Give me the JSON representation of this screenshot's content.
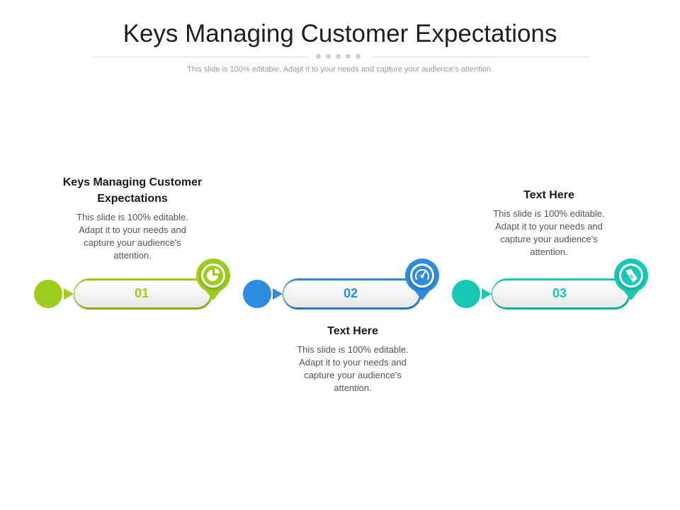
{
  "title": "Keys Managing Customer Expectations",
  "subtitle": "This slide is 100% editable, Adapt it to your needs and capture your audience's attention.",
  "items": [
    {
      "number": "01",
      "heading": "Keys Managing Customer Expectations",
      "body": "This slide is 100% editable. Adapt it to your needs and capture your audience's attention.",
      "icon": "pie-chart-icon",
      "color": "#9ccc1c"
    },
    {
      "number": "02",
      "heading": "Text Here",
      "body": "This slide is 100% editable. Adapt it to your needs and capture your audience's attention.",
      "icon": "speedometer-icon",
      "color": "#2d8be0"
    },
    {
      "number": "03",
      "heading": "Text Here",
      "body": "This slide is 100% editable. Adapt it to your needs and capture your audience's attention.",
      "icon": "price-tag-icon",
      "color": "#17c9b4"
    }
  ]
}
